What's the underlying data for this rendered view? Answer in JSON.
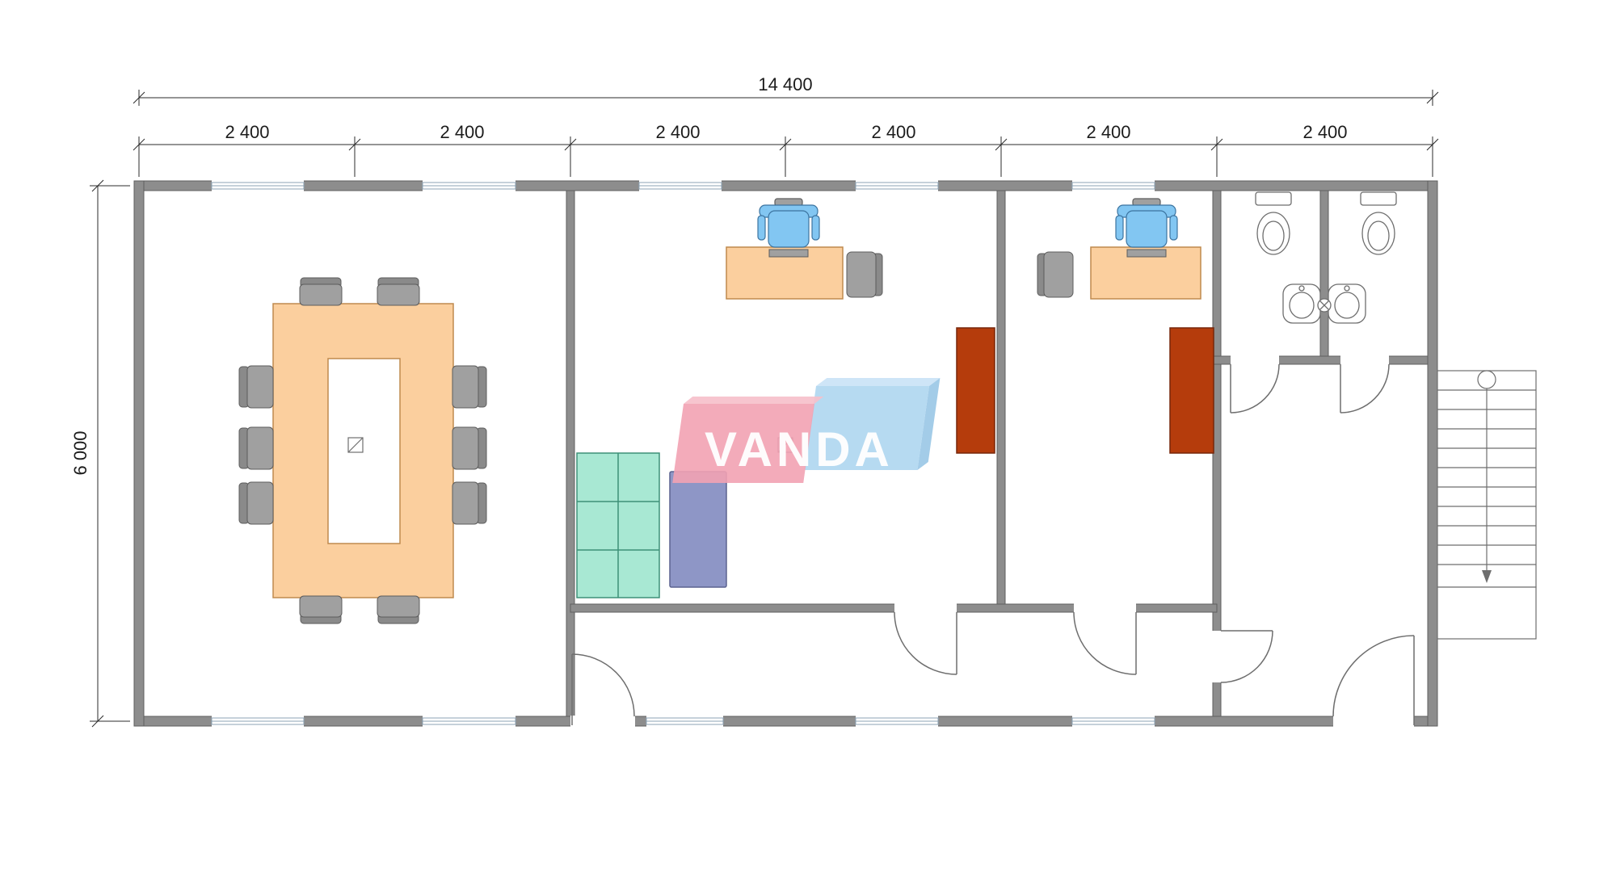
{
  "drawing": {
    "type": "floor-plan",
    "watermark_text": "VANDA"
  },
  "dimensions": {
    "top_total": "14 400",
    "top_segments": [
      "2 400",
      "2 400",
      "2 400",
      "2 400",
      "2 400",
      "2 400"
    ],
    "left_total": "6 000"
  },
  "colors": {
    "wall": "#8d8d8d",
    "wall_edge": "#5f5f5f",
    "wood": "#fbcf9e",
    "wood_edge": "#bf8a4e",
    "chair": "#a0a0a0",
    "chair_dark": "#8a8a8a",
    "chair_edge": "#5c5c5c",
    "office_chair": "#82c6f2",
    "office_chair_edge": "#3c74a0",
    "shelf": "#a8e8d3",
    "shelf_edge": "#3e9078",
    "sofa": "#8e96c6",
    "sofa_edge": "#5b628f",
    "cabinet": "#b53c0c",
    "cabinet_edge": "#77260a",
    "fixture_line": "#6e6e6e",
    "window_line": "#8ca3b5",
    "dimension_line": "#2b2b2b",
    "watermark_pink": "#f2a2b3",
    "watermark_blue": "#a9d3ef"
  }
}
